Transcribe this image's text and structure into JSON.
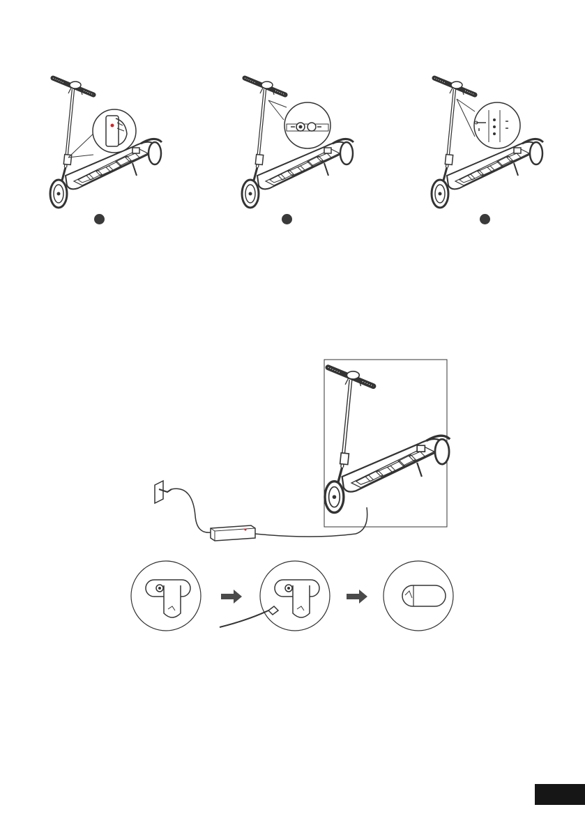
{
  "page": {
    "steps": [
      {
        "marker": "step-1-marker"
      },
      {
        "marker": "step-2-marker"
      },
      {
        "marker": "step-3-marker"
      }
    ],
    "colors": {
      "line": "#3c3c3c",
      "dot": "#3a3a3a",
      "arrow": "#4a4a4a",
      "tab": "#161616",
      "accent": "#d2262b"
    },
    "icons": [
      "scooter-icon",
      "magnifier-icon",
      "power-adapter-icon",
      "wall-outlet-icon",
      "charging-port-icon",
      "arrow-right-icon"
    ]
  }
}
